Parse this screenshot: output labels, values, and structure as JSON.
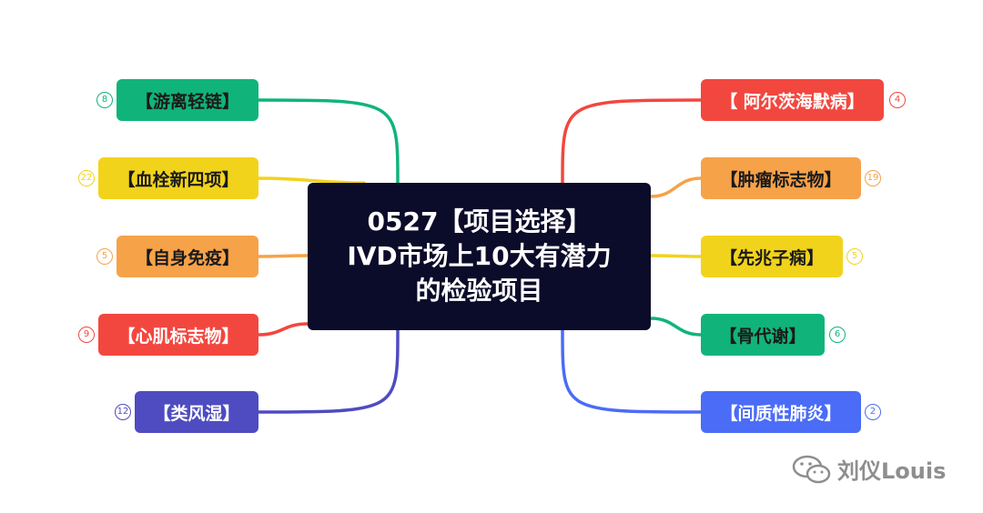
{
  "center": {
    "lines": [
      "0527【项目选择】",
      "IVD市场上10大有潜力",
      "的检验项目"
    ]
  },
  "nodes": [
    {
      "label": "【游离轻链】",
      "count": "8",
      "color": "#10b47a",
      "text_color": "#1a1a1a",
      "side": "left"
    },
    {
      "label": "【血栓新四项】",
      "count": "22",
      "color": "#f2d31b",
      "text_color": "#1a1a1a",
      "side": "left"
    },
    {
      "label": "【自身免疫】",
      "count": "5",
      "color": "#f6a249",
      "text_color": "#1a1a1a",
      "side": "left"
    },
    {
      "label": "【心肌标志物】",
      "count": "9",
      "color": "#f2473f",
      "text_color": "#ffffff",
      "side": "left"
    },
    {
      "label": "【类风湿】",
      "count": "12",
      "color": "#4e4cc0",
      "text_color": "#ffffff",
      "side": "left"
    },
    {
      "label": "【 阿尔茨海默病】",
      "count": "4",
      "color": "#f2473f",
      "text_color": "#ffffff",
      "side": "right"
    },
    {
      "label": "【肿瘤标志物】",
      "count": "19",
      "color": "#f6a249",
      "text_color": "#1a1a1a",
      "side": "right"
    },
    {
      "label": "【先兆子痫】",
      "count": "5",
      "color": "#f2d31b",
      "text_color": "#1a1a1a",
      "side": "right"
    },
    {
      "label": "【骨代谢】",
      "count": "6",
      "color": "#10b47a",
      "text_color": "#1a1a1a",
      "side": "right"
    },
    {
      "label": "【间质性肺炎】",
      "count": "2",
      "color": "#4a6cf7",
      "text_color": "#ffffff",
      "side": "right"
    }
  ],
  "watermark": {
    "text": "刘仪Louis"
  }
}
